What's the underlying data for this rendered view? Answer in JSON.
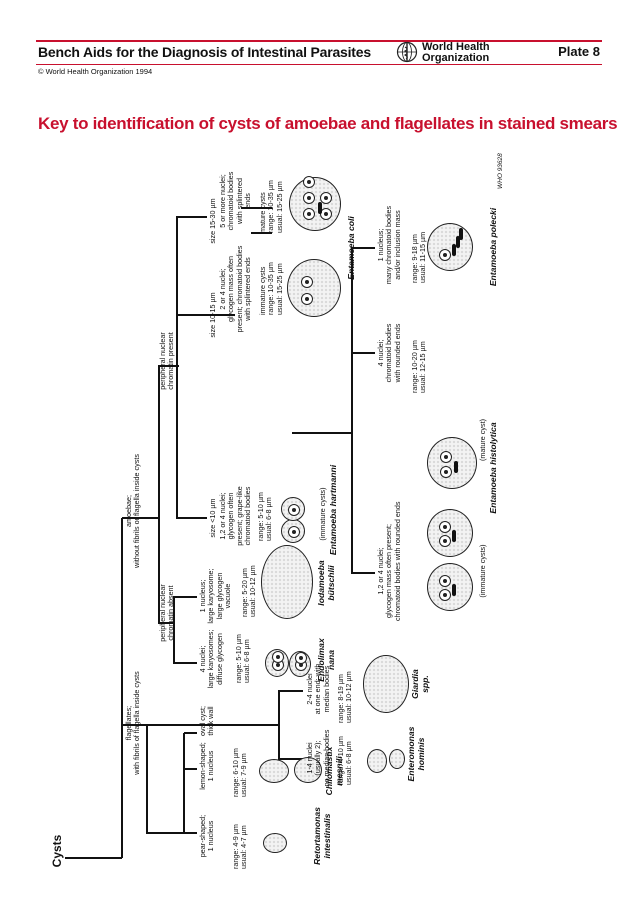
{
  "header": {
    "bench_title": "Bench Aids for the Diagnosis of Intestinal Parasites",
    "org_name_line1": "World Health",
    "org_name_line2": "Organization",
    "plate": "Plate 8",
    "copyright": "© World Health Organization 1994",
    "main_title": "Key to identification of cysts of amoebae and flagellates in stained smears"
  },
  "colors": {
    "accent": "#c8102e",
    "ink": "#111111"
  },
  "key": {
    "root": "Cysts",
    "flagellates": "flagellates;\nwith fibrils of flagella inside cysts",
    "amoebae": "amoebae;\nwithout fibrils or flagella inside cysts",
    "pear": "pear-shaped;\n1 nucleus",
    "pear_size": "range: 4-9 µm\nusual: 4-7 µm",
    "lemon": "lemon-shaped;\n1 nucleus",
    "lemon_size": "range: 6-10 µm\nusual: 7-9 µm",
    "oval": "oval cyst;\nthick wall",
    "entero": "1-4 nuclei\n(usually 2);\nno median bodies",
    "entero_size": "range: 4-10 µm\nusual: 6-8 µm",
    "giardia": "2-4 nuclei\nat one end; with\nmedian bodies",
    "giardia_size": "range: 8-19 µm\nusual: 10-12 µm",
    "chromatin_absent": "peripheral nuclear\nchromatin absent",
    "chromatin_present": "peripheral nuclear\nchromatin present",
    "endolimax": "4 nuclei;\nlarge karyosomes;\ndiffuse glycogen",
    "endolimax_size": "range: 5-10 µm\nusual: 6-8 µm",
    "iodamoeba": "1 nucleus;\nlarge karyosome;\nlarge glycogen\nvacuole",
    "iodamoeba_size": "range: 5-20 µm\nusual: 10-12 µm",
    "size_lt10": "size <10 µm",
    "size_10_15": "size 10-15 µm",
    "size_15_30": "size 15-30 µm",
    "hartmanni": "1,2 or 4 nuclei;\nglycogen often\npresent; grape-like\nchromatoid bodies",
    "hartmanni_size": "range: 5-10 µm\nusual: 6-8 µm",
    "hartmanni_note": "(immature cysts)",
    "histo_immature": "1,2 or 4 nuclei;\nglycogen mass often present;\nchromatoid bodies with rounded ends",
    "histo_immature_note": "(immature cysts)",
    "histo_mature": "4 nuclei;\nchromatoid bodies\nwith rounded ends",
    "histo_size": "range: 10-20 µm\nusual: 12-15 µm",
    "histo_mature_note": "(mature cyst)",
    "polecki": "1 nucleus;\nmany chromatoid bodies\nand/or inclusion mass",
    "polecki_size": "range: 9-18 µm\nusual: 11-15 µm",
    "coli_immature": "2 or 4 nuclei;\nglycogen mass often\npresent; chromatoid bodies\nwith splintered ends",
    "coli_immature_size": "immature cysts\nrange: 10-35 µm\nusual: 15-25 µm",
    "coli_mature": "5 or more nuclei;\nchromatoid bodies\nwith splintered\nends",
    "coli_mature_size": "mature cysts\nrange: 10-35 µm\nusual: 15-25 µm",
    "who_code": "WHO 93628"
  },
  "species": {
    "retortamonas": "Retortamonas\nintestinalis",
    "chilomastix": "Chilomastix\nmesnili",
    "enteromonas": "Enteromonas\nhominis",
    "giardia": "Giardia\nspp.",
    "endolimax": "Endolimax\nnana",
    "iodamoeba": "Iodamoeba\nbütschlii",
    "hartmanni": "Entamoeba hartmanni",
    "histolytica": "Entamoeba histolytica",
    "polecki": "Entamoeba polecki",
    "coli": "Entamoeba coli"
  }
}
